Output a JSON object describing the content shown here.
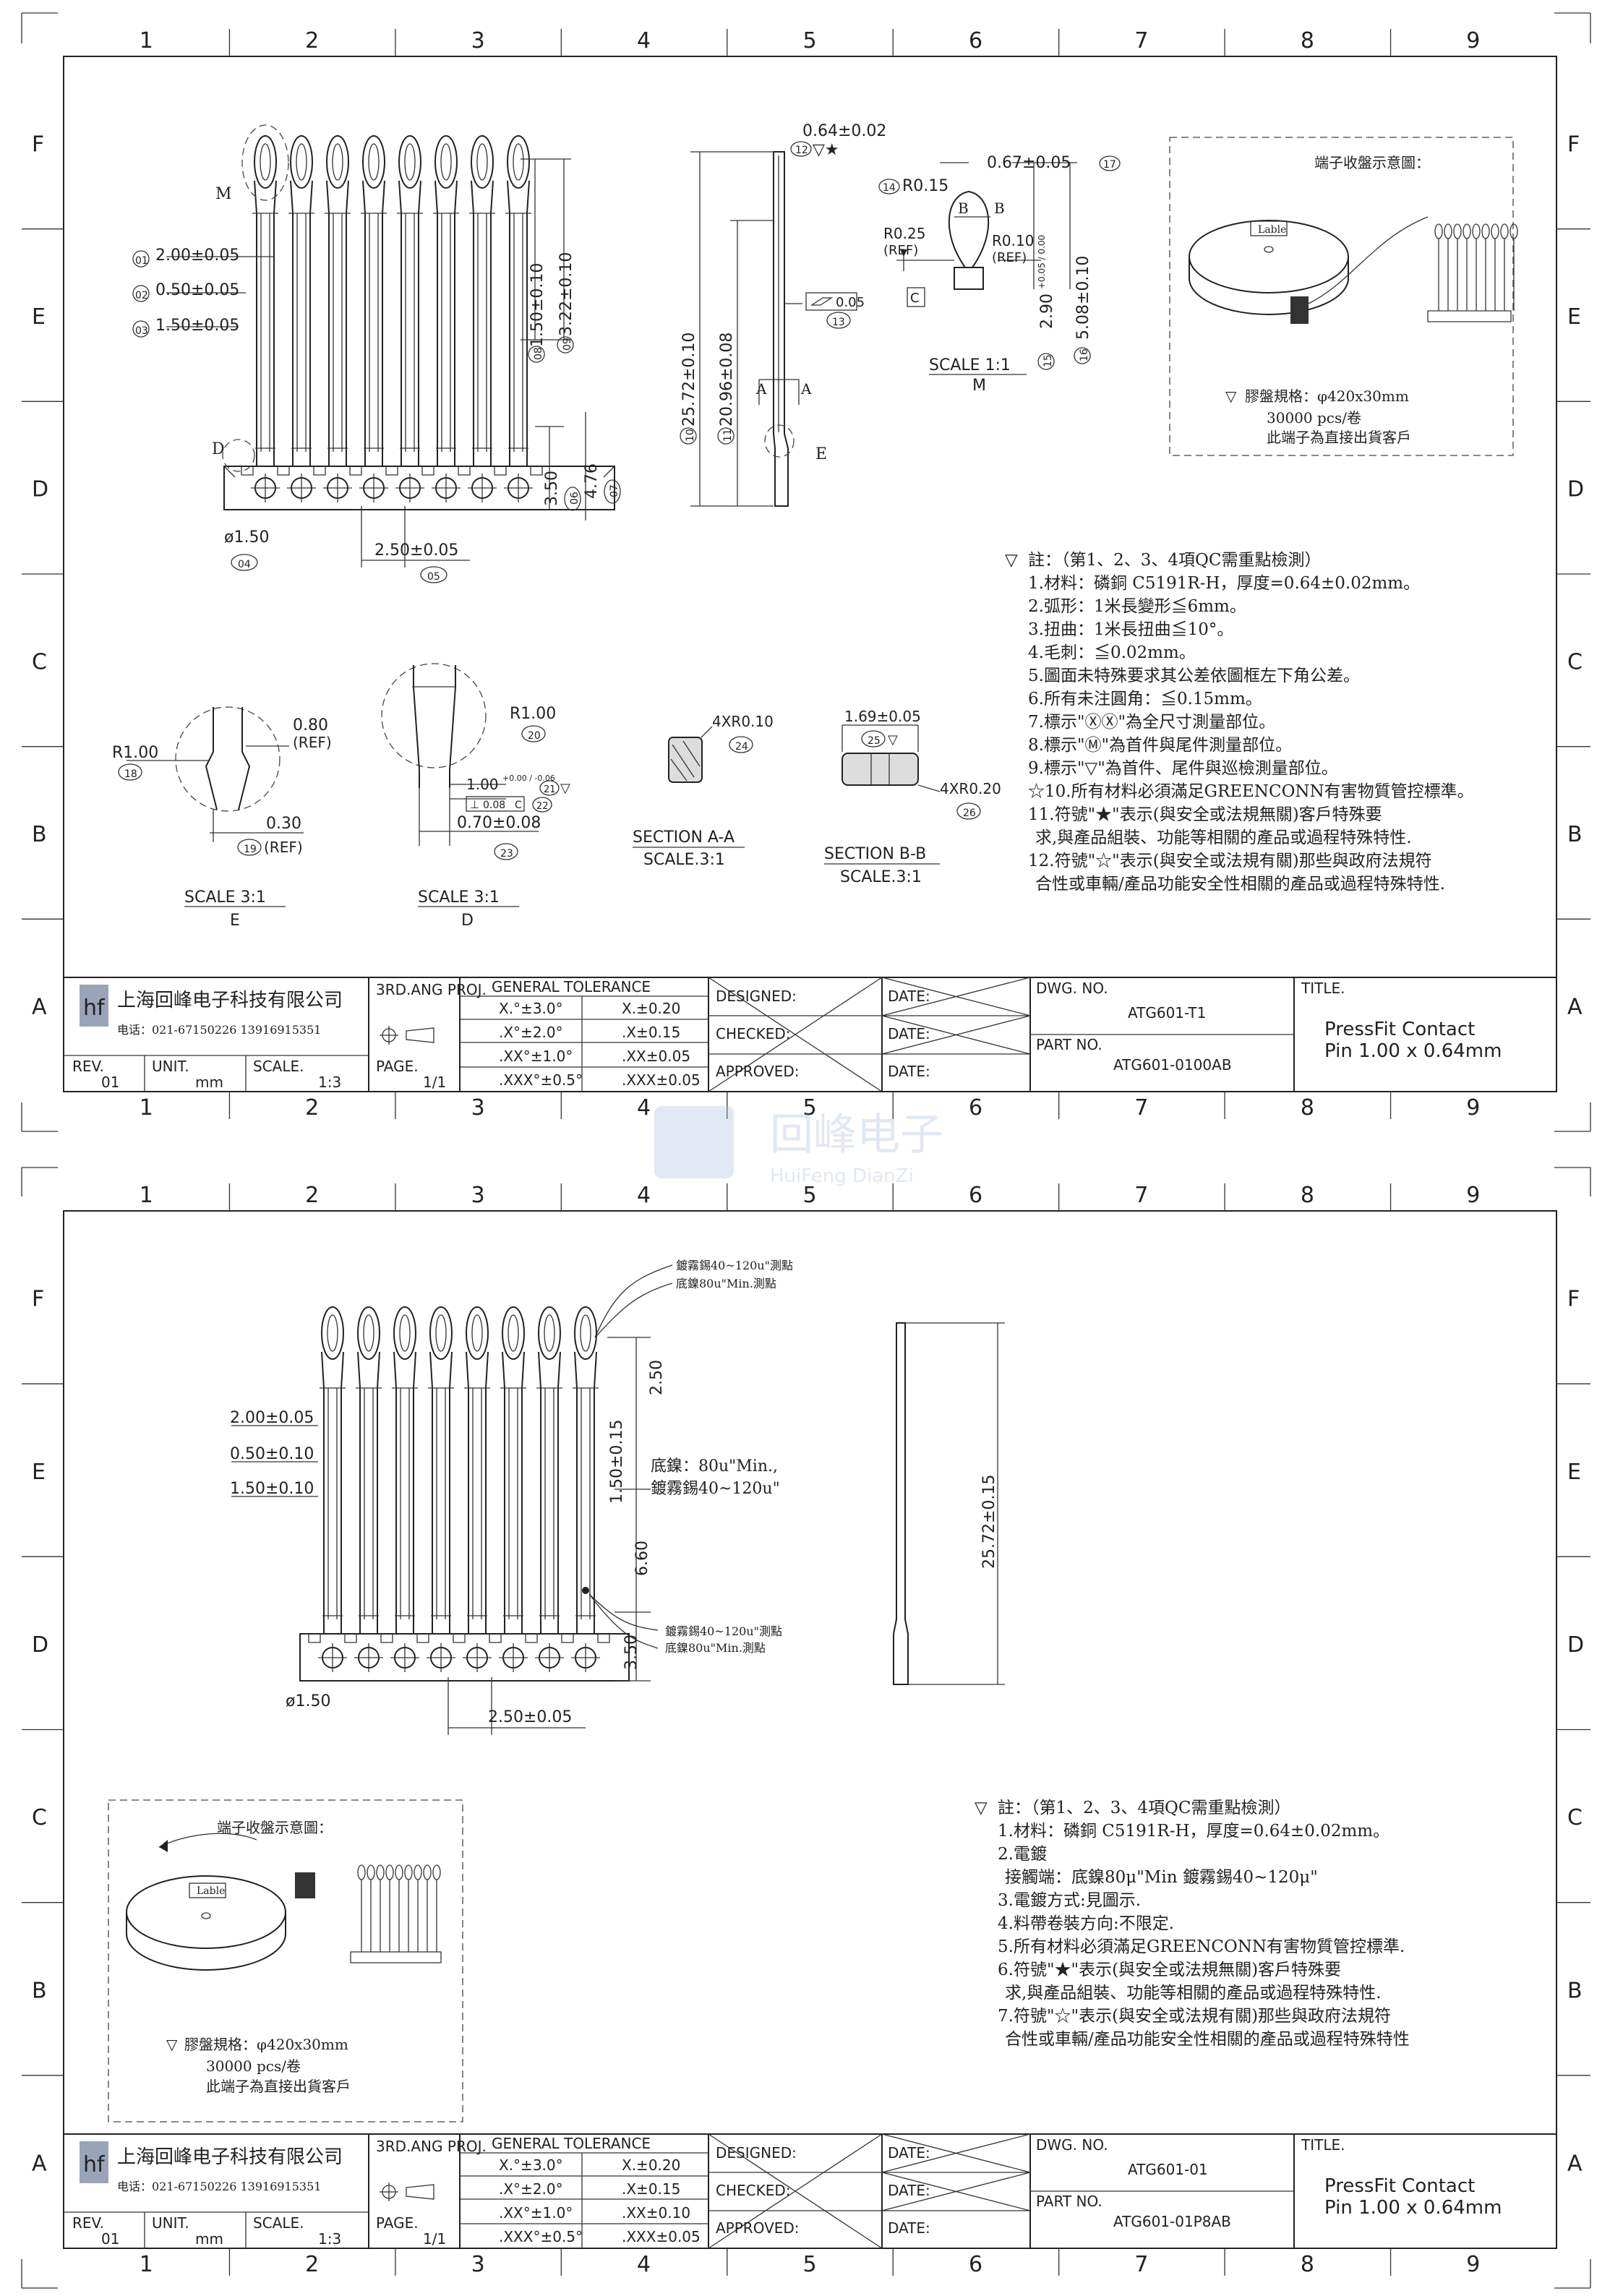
{
  "border": {
    "columns": [
      "1",
      "2",
      "3",
      "4",
      "5",
      "6",
      "7",
      "8",
      "9"
    ],
    "rows": [
      "F",
      "E",
      "D",
      "C",
      "B",
      "A"
    ]
  },
  "watermark": {
    "cn": "回峰电子",
    "en": "HuiFeng DianZi"
  },
  "sheet1": {
    "top_dims": {
      "d01": "2.00±0.05",
      "d02": "0.50±0.05",
      "d03": "1.50±0.05",
      "d04": "ø1.50",
      "d05": "2.50±0.05",
      "d06": "3.50",
      "d07": "4.76",
      "d08": "1.50±0.10",
      "d09": "3.22±0.10",
      "d10": "25.72±0.10",
      "d11": "20.96±0.08",
      "d12": "0.64±0.02",
      "d13": "0.05",
      "d14": "R0.15",
      "d15": "2.90",
      "d15_tol": "+0.05 / 0.00",
      "d16": "5.08±0.10",
      "d17": "0.67±0.05",
      "r025": "R0.25",
      "r010": "R0.10",
      "ref": "(REF)",
      "n01": "01",
      "n02": "02",
      "n03": "03",
      "n04": "04",
      "n05": "05",
      "n06": "06",
      "n07": "07",
      "n08": "08",
      "n09": "09",
      "n10": "10",
      "n11": "11",
      "n12": "12",
      "n13": "13",
      "n14": "14",
      "n15": "15",
      "n16": "16",
      "n17": "17",
      "lbl_m": "M",
      "lbl_d": "D",
      "lbl_e": "E",
      "lbl_a": "A",
      "lbl_b": "B",
      "lbl_c": "C",
      "scale_m": "SCALE  1:1",
      "scale_m_sub": "M"
    },
    "reel": {
      "title": "端子收盤示意圖：",
      "label": "Lable",
      "spec": "膠盤規格：φ420x30mm",
      "qty": "30000 pcs/卷",
      "ship": "此端子為直接出貨客戶"
    },
    "notes": [
      "註：（第1、2、3、4項QC需重點檢測）",
      "1.材料：磷銅 C5191R-H，厚度=0.64±0.02mm。",
      "2.弧形：1米長變形≦6mm。",
      "3.扭曲：1米長扭曲≦10°。",
      "4.毛刺：≦0.02mm。",
      "5.圖面未特殊要求其公差依圖框左下角公差。",
      "6.所有未注圓角：≦0.15mm。",
      "7.標示\"ⓍⓍ\"為全尺寸測量部位。",
      "8.標示\"Ⓜ\"為首件與尾件測量部位。",
      "9.標示\"▽\"為首件、尾件與巡檢測量部位。",
      "☆10.所有材料必須滿足GREENCONN有害物質管控標準。",
      "11.符號\"★\"表示(與安全或法規無關)客戶特殊要",
      "求,與產品組裝、功能等相關的產品或過程特殊特性.",
      "12.符號\"☆\"表示(與安全或法規有關)那些與政府法規符",
      "合性或車輛/產品功能安全性相關的產品或過程特殊特性."
    ],
    "details": {
      "r100": "R1.00",
      "n18": "18",
      "d080": "0.80",
      "ref": "(REF)",
      "d030": "0.30",
      "n19": "19",
      "scale_e": "SCALE 3:1",
      "scale_e_sub": "E",
      "r100b": "R1.00",
      "n20": "20",
      "d100": "1.00",
      "d100_tol": "+0.00 / -0.06",
      "n21": "21",
      "flat": "0.08",
      "flat_ref": "C",
      "n22": "22",
      "d070": "0.70±0.08",
      "n23": "23",
      "scale_d": "SCALE 3:1",
      "scale_d_sub": "D",
      "sec_a_r": "4XR0.10",
      "n24": "24",
      "sec_a": "SECTION A-A",
      "sec_a_scale": "SCALE.3:1",
      "sec_b_d": "1.69±0.05",
      "n25": "25",
      "sec_b_r": "4XR0.20",
      "n26": "26",
      "sec_b": "SECTION B-B",
      "sec_b_scale": "SCALE.3:1"
    },
    "title_block": {
      "company": "上海回峰电子科技有限公司",
      "contact": "电话：021-67150226  13916915351",
      "rev_label": "REV.",
      "rev": "01",
      "unit_label": "UNIT.",
      "unit": "mm",
      "scale_label": "SCALE.",
      "scale": "1:3",
      "proj": "3RD.ANG PROJ.",
      "page_label": "PAGE.",
      "page": "1/1",
      "gen_tol": "GENERAL  TOLERANCE",
      "tol": [
        [
          "X.°±3.0°",
          "X.±0.20"
        ],
        [
          ".X°±2.0°",
          ".X±0.15"
        ],
        [
          ".XX°±1.0°",
          ".XX±0.05"
        ],
        [
          ".XXX°±0.5°",
          ".XXX±0.05"
        ]
      ],
      "designed": "DESIGNED:",
      "checked": "CHECKED:",
      "approved": "APPROVED:",
      "date": "DATE:",
      "dwg_no_label": "DWG. NO.",
      "dwg_no": "ATG601-T1",
      "part_no_label": "PART NO.",
      "part_no": "ATG601-0100AB",
      "title_label": "TITLE.",
      "title1": "PressFit  Contact",
      "title2": "Pin  1.00  x  0.64mm"
    }
  },
  "sheet2": {
    "dims": {
      "d200": "2.00±0.05",
      "d050": "0.50±0.10",
      "d150": "1.50±0.10",
      "d250": "2.50",
      "d150b": "1.50±0.15",
      "d660": "6.60",
      "d350": "3.50",
      "dphi": "ø1.50",
      "d250b": "2.50±0.05",
      "d2572": "25.72±0.15",
      "plate1": "鍍霧錫40~120u\"測點",
      "plate2": "底鎳80u\"Min.測點",
      "plate3": "鍍霧錫40~120u\"測點",
      "plate4": "底鎳80u\"Min.測點",
      "mid1": "底鎳：80u\"Min.,",
      "mid2": "鍍霧錫40~120u\""
    },
    "reel": {
      "title": "端子收盤示意圖：",
      "label": "Lable",
      "spec": "膠盤規格：φ420x30mm",
      "qty": "30000 pcs/卷",
      "ship": "此端子為直接出貨客戶"
    },
    "notes": [
      "註：（第1、2、3、4項QC需重點檢測）",
      "1.材料：磷銅 C5191R-H，厚度=0.64±0.02mm。",
      "2.電鍍",
      "接觸端：底鎳80μ\"Min 鍍霧錫40~120μ\"",
      "3.電鍍方式:見圖示.",
      "4.料帶卷裝方向:不限定.",
      "5.所有材料必須滿足GREENCONN有害物質管控標準.",
      "6.符號\"★\"表示(與安全或法規無關)客戶特殊要",
      "求,與產品組裝、功能等相關的產品或過程特殊特性.",
      "7.符號\"☆\"表示(與安全或法規有關)那些與政府法規符",
      "合性或車輛/產品功能安全性相關的產品或過程特殊特性"
    ],
    "title_block": {
      "company": "上海回峰电子科技有限公司",
      "contact": "电话：021-67150226  13916915351",
      "rev_label": "REV.",
      "rev": "01",
      "unit_label": "UNIT.",
      "unit": "mm",
      "scale_label": "SCALE.",
      "scale": "1:3",
      "proj": "3RD.ANG PROJ.",
      "page_label": "PAGE.",
      "page": "1/1",
      "gen_tol": "GENERAL  TOLERANCE",
      "tol": [
        [
          "X.°±3.0°",
          "X.±0.20"
        ],
        [
          ".X°±2.0°",
          ".X±0.15"
        ],
        [
          ".XX°±1.0°",
          ".XX±0.10"
        ],
        [
          ".XXX°±0.5°",
          ".XXX±0.05"
        ]
      ],
      "designed": "DESIGNED:",
      "checked": "CHECKED:",
      "approved": "APPROVED:",
      "date": "DATE:",
      "dwg_no_label": "DWG. NO.",
      "dwg_no": "ATG601-01",
      "part_no_label": "PART NO.",
      "part_no": "ATG601-01P8AB",
      "title_label": "TITLE.",
      "title1": "PressFit  Contact",
      "title2": "Pin  1.00  x  0.64mm"
    }
  }
}
